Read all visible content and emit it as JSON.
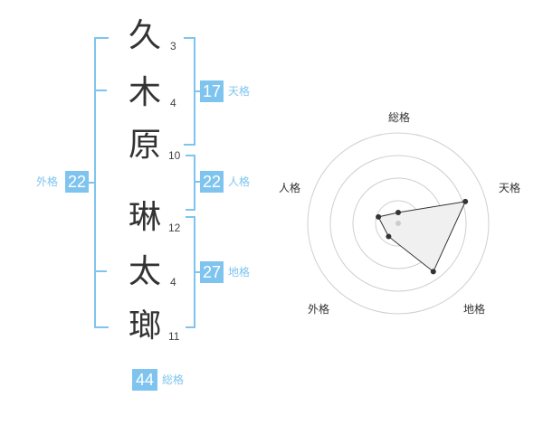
{
  "name": {
    "characters": [
      {
        "char": "久",
        "strokes": "3"
      },
      {
        "char": "木",
        "strokes": "4"
      },
      {
        "char": "原",
        "strokes": "10"
      },
      {
        "char": "琳",
        "strokes": "12"
      },
      {
        "char": "太",
        "strokes": "4"
      },
      {
        "char": "瑯",
        "strokes": "11"
      }
    ]
  },
  "scores": {
    "tenkaku": {
      "value": "17",
      "label": "天格"
    },
    "jinkaku": {
      "value": "22",
      "label": "人格"
    },
    "chikaku": {
      "value": "27",
      "label": "地格"
    },
    "gaikaku": {
      "value": "22",
      "label": "外格"
    },
    "soukaku": {
      "value": "44",
      "label": "総格"
    }
  },
  "colors": {
    "accent": "#7fc4ef",
    "text": "#333333"
  },
  "chart_data": {
    "type": "radar",
    "axes": [
      "総格",
      "天格",
      "地格",
      "外格",
      "人格"
    ],
    "rings": 4,
    "values": [
      0.12,
      0.78,
      0.66,
      0.18,
      0.23
    ]
  }
}
